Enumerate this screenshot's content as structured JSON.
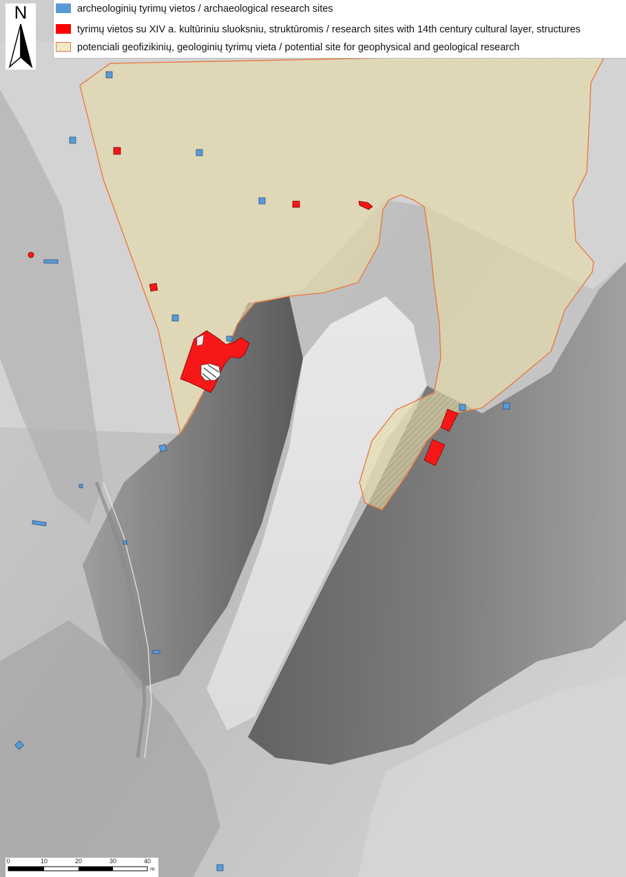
{
  "north_label": "N",
  "legend": {
    "items": [
      {
        "label": "archeologinių tyrimų vietos / archaeological research sites",
        "color": "#5b9bd5",
        "kind": "fill"
      },
      {
        "label": "tyrimų vietos su XIV a. kultūriniu sluoksniu, struktūromis / research sites with 14th century cultural layer, structures",
        "color": "#ff0000",
        "kind": "fill"
      },
      {
        "label": "potenciali geofizikinių, geologinių tyrimų vieta / potential site for geophysical and geological research",
        "color": "#e8a070",
        "kind": "hatch"
      }
    ]
  },
  "scale_bar": {
    "ticks": [
      "0",
      "10",
      "20",
      "30",
      "40"
    ],
    "unit": "m"
  },
  "colors": {
    "blue_site": "#5b9bd5",
    "red_site": "#ff0000",
    "potential_outline": "#e8743b",
    "potential_fill": "#e6e3a6"
  }
}
